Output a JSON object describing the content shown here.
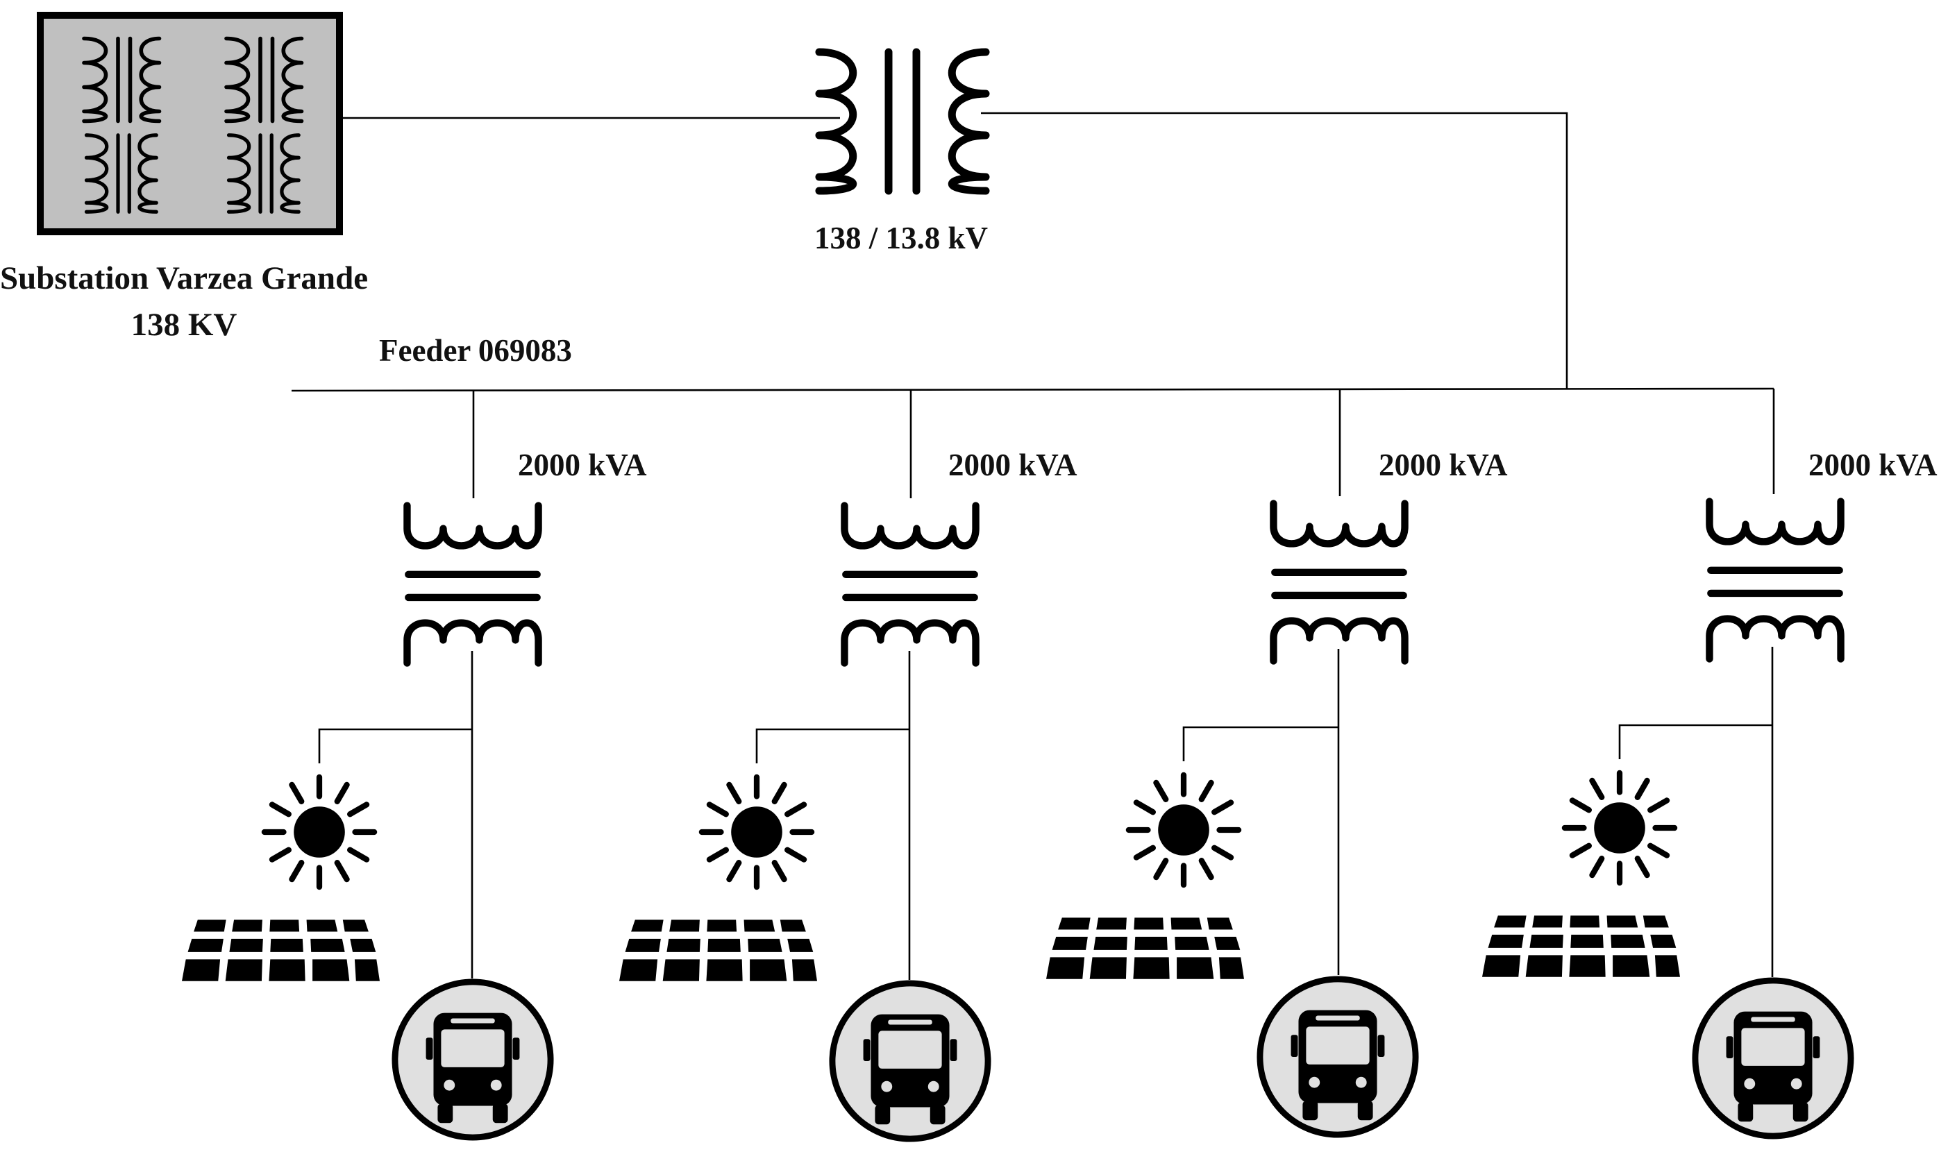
{
  "substation": {
    "name": "Substation Varzea Grande",
    "voltage": "138 KV",
    "box_fill": "#c0c0c0"
  },
  "main_transformer": {
    "label": "138 / 13.8 kV"
  },
  "feeder": {
    "label": "Feeder 069083"
  },
  "branches": [
    {
      "rating": "2000 kVA",
      "pv_icon": "solar-panel-icon",
      "sun_icon": "sun-icon",
      "load_icon": "bus-icon"
    },
    {
      "rating": "2000 kVA",
      "pv_icon": "solar-panel-icon",
      "sun_icon": "sun-icon",
      "load_icon": "bus-icon"
    },
    {
      "rating": "2000 kVA",
      "pv_icon": "solar-panel-icon",
      "sun_icon": "sun-icon",
      "load_icon": "bus-icon"
    },
    {
      "rating": "2000 kVA",
      "pv_icon": "solar-panel-icon",
      "sun_icon": "sun-icon",
      "load_icon": "bus-icon"
    }
  ],
  "colors": {
    "line": "#000000",
    "bus_circle_fill": "#e0e0e0"
  }
}
